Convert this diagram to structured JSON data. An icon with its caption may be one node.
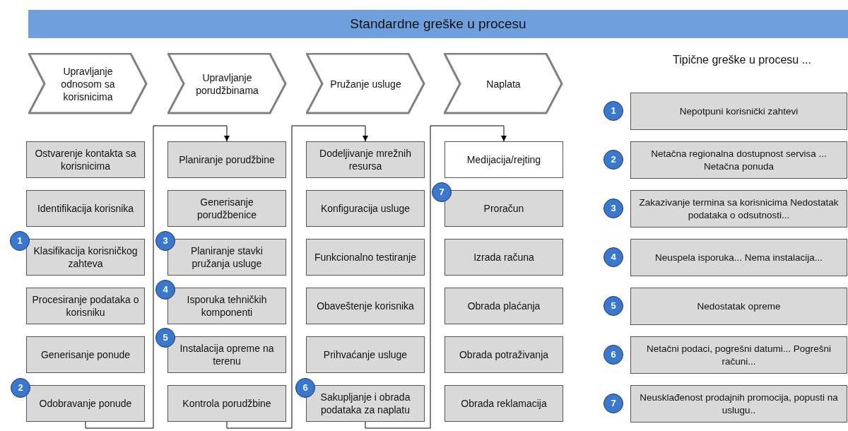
{
  "diagram": {
    "title": "Standardne greške u procesu",
    "nodes": [
      {
        "text": [
          "Upravljanje odnosom sa korisnicima"
        ]
      },
      {
        "text": [
          "Upravljanje porudžbinama"
        ]
      },
      {
        "text": [
          "Pružanje usluge"
        ]
      },
      {
        "text": [
          "Naplata"
        ]
      },
      {
        "text": [
          "Ostvarenje kontakta sa korisnicima"
        ]
      },
      {
        "text": [
          "Identifikacija korisnika"
        ]
      },
      {
        "text": [
          "Klasifikacija korisničkog zahteva"
        ]
      },
      {
        "text": [
          "Procesiranje podataka o korisniku"
        ]
      },
      {
        "text": [
          "Generisanje ponude"
        ]
      },
      {
        "text": [
          "Odobravanje ponude"
        ]
      },
      {
        "text": [
          "Planiranje porudžbine"
        ]
      },
      {
        "text": [
          "Generisanje porudžbenice"
        ]
      },
      {
        "text": [
          "Planiranje stavki pružanja usluge"
        ]
      },
      {
        "text": [
          "Isporuka tehničkih komponenti"
        ]
      },
      {
        "text": [
          "Instalacija opreme na terenu"
        ]
      },
      {
        "text": [
          "Kontrola porudžbine"
        ]
      },
      {
        "text": [
          "Dodeljivanje mrežnih resursa"
        ]
      },
      {
        "text": [
          "Konfiguracija usluge"
        ]
      },
      {
        "text": [
          "Funkcionalno testiranje"
        ]
      },
      {
        "text": [
          "Obaveštenje korisnika"
        ]
      },
      {
        "text": [
          "Prihvaćanje usluge"
        ]
      },
      {
        "text": [
          "Sakupljanje i obrada podataka za naplatu"
        ]
      },
      {
        "text": [
          "Medijacija/rejting"
        ]
      },
      {
        "text": [
          "Proračun"
        ]
      },
      {
        "text": [
          "Izrada računa"
        ]
      },
      {
        "text": [
          "Obrada plaćanja"
        ]
      },
      {
        "text": [
          "Obrada potraživanja"
        ]
      },
      {
        "text": [
          "Obrada reklamacija"
        ]
      },
      {
        "text": [
          "1"
        ]
      },
      {
        "text": [
          "2"
        ]
      },
      {
        "text": [
          "3"
        ]
      },
      {
        "text": [
          "4"
        ]
      },
      {
        "text": [
          "5"
        ]
      },
      {
        "text": [
          "6"
        ]
      },
      {
        "text": [
          "7"
        ]
      },
      {
        "text": [
          "1"
        ]
      },
      {
        "text": [
          "Nepotpuni korisnički zahtevi"
        ]
      },
      {
        "text": [
          "2"
        ]
      },
      {
        "text": [
          "Netačna regionalna dostupnost servisa ... Netačna ponuda"
        ]
      },
      {
        "text": [
          "3"
        ]
      },
      {
        "text": [
          "Zakazivanje termina sa korisnicima Nedostatak podataka o odsutnosti..."
        ]
      },
      {
        "text": [
          "4"
        ]
      },
      {
        "text": [
          "Neuspela isporuka... Nema instalacija..."
        ]
      },
      {
        "text": [
          "5"
        ]
      },
      {
        "text": [
          "Nedostatak opreme"
        ]
      },
      {
        "text": [
          "6"
        ]
      },
      {
        "text": [
          "Netačni podaci, pogrešni datumi... Pogrešni računi..."
        ]
      },
      {
        "text": [
          "7"
        ]
      },
      {
        "text": [
          "Neusklađenost prodajnih promocija, popusti na uslugu.."
        ]
      }
    ],
    "edges": [
      {
        "from": 9,
        "to": 10,
        "arrow": "to"
      },
      {
        "from": 15,
        "to": 16,
        "arrow": "to"
      },
      {
        "from": 21,
        "to": 22,
        "arrow": "to"
      }
    ],
    "labels": [
      "Tipične greške u procesu ..."
    ]
  }
}
